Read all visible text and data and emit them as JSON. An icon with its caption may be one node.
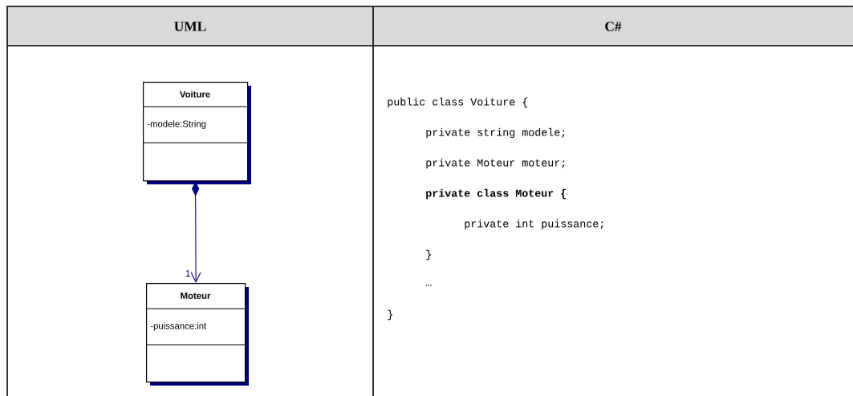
{
  "diagram": {
    "nodes": [
      {
        "text": [
          "Voiture",
          "-modele:String"
        ]
      },
      {
        "text": [
          "Moteur",
          "-puissance:int"
        ]
      }
    ],
    "edges": [
      {
        "from": 0,
        "to": 1,
        "arrow": "to",
        "label": "1",
        "color": "#000080"
      }
    ],
    "labels": [
      "UML",
      "C#",
      "public class Voiture {",
      "private string modele;",
      "private Moteur moteur;",
      "private class Moteur {",
      "private int puissance;",
      "}",
      "…",
      "}"
    ]
  }
}
